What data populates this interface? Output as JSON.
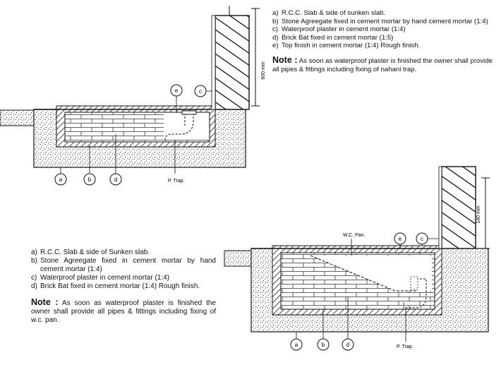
{
  "detail_top": {
    "items": [
      {
        "key": "a)",
        "text": "R.C.C. Slab & side of sunken slab."
      },
      {
        "key": "b)",
        "text": "Stone Agreegate fixed in cement mortar by hand cement mortar (1:4)"
      },
      {
        "key": "c)",
        "text": "Waterproof plaster in cement mortar (1:4)"
      },
      {
        "key": "d)",
        "text": "Brick Bat fixed in cement mortar (1:5)"
      },
      {
        "key": "e)",
        "text": "Top finish in cement mortar (1:4) Rough finish."
      }
    ],
    "note_label": "Note :",
    "note_text": "As soon as waterproof plaster is finished the owner shall provide all pipes & fittings including fixing of nahani trap.",
    "dimension": "600 mm",
    "trap_label": "P. Trap.",
    "callouts": {
      "a": "a",
      "b": "b",
      "c": "c",
      "d": "d",
      "e": "e"
    }
  },
  "detail_bottom": {
    "items": [
      {
        "key": "a)",
        "text": "R.C.C. Slab & side of Sunken slab."
      },
      {
        "key": "b)",
        "text": "Stone Agreegate fixed in cement mortar by hand cement mortar (1:4)"
      },
      {
        "key": "c)",
        "text": "Waterproof plaster in cement mortar (1:4)"
      },
      {
        "key": "d)",
        "text": "Brick Bat fixed in cement mortar (1:4) Rough finish."
      }
    ],
    "note_label": "Note :",
    "note_text": "As soon as waterproof plaster is finished the owner shall provide all pipes & fittings including fixing of w.c. pan.",
    "dimension": "140 mm",
    "pan_label": "W.C. Pan.",
    "trap_label": "P. Trap.",
    "callouts": {
      "a": "a",
      "b": "b",
      "c": "c",
      "d": "d",
      "e": "e"
    }
  },
  "colors": {
    "ink": "#111111",
    "fill": "#ffffff"
  }
}
